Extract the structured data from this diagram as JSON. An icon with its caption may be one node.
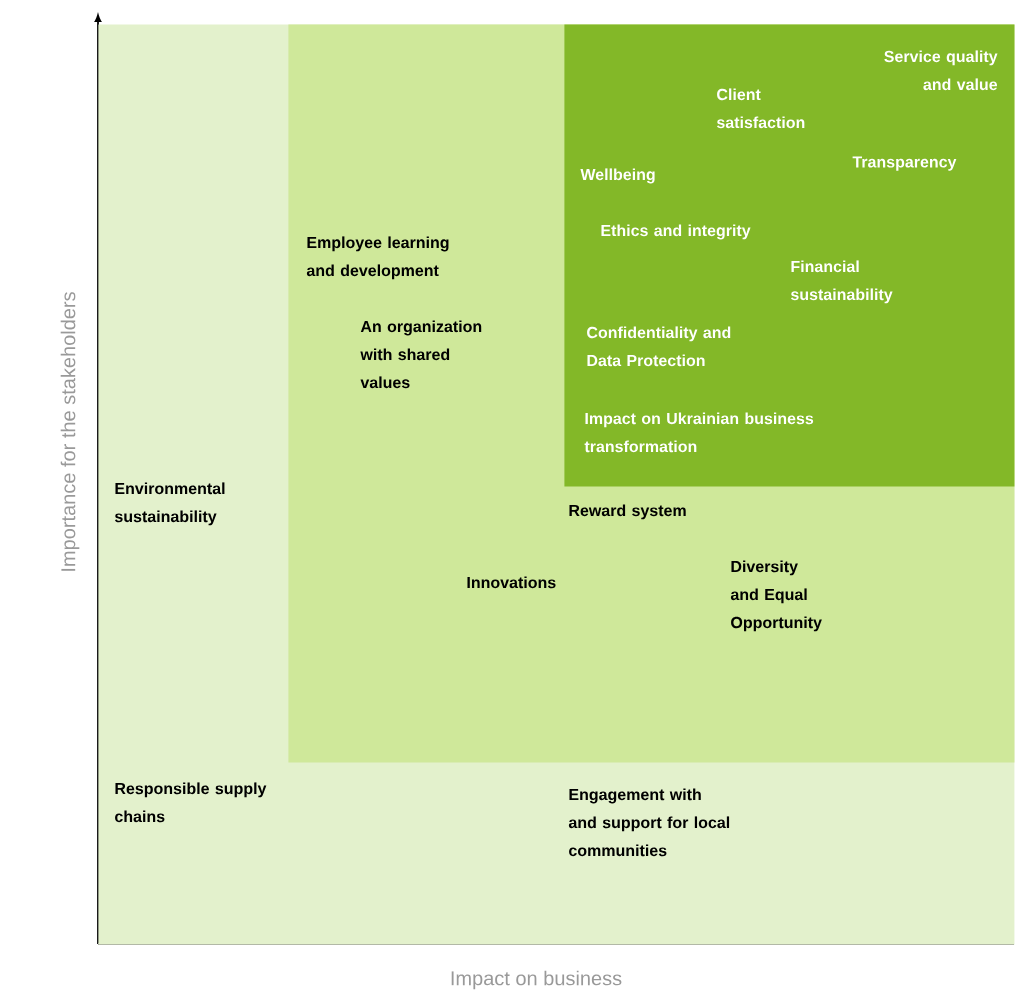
{
  "diagram": {
    "nodes": [
      {
        "text": [
          "Environmental sustainability",
          "Responsible supply chains",
          "Engagement with and support for local communities"
        ]
      },
      {
        "text": [
          "Employee learning and development",
          "An organization with shared values",
          "Reward system",
          "Innovations",
          "Diversity and Equal Opportunity"
        ],
        "in": 0
      },
      {
        "text": [
          "Service quality and value",
          "Client satisfaction",
          "Wellbeing",
          "Transparency",
          "Ethics and integrity",
          "Financial sustainability",
          "Confidentiality and Data Protection",
          "Impact on Ukrainian business transformation"
        ],
        "in": 1
      }
    ],
    "edges": [],
    "labels": [
      "Importance for the stakeholders",
      "Impact on business"
    ]
  }
}
